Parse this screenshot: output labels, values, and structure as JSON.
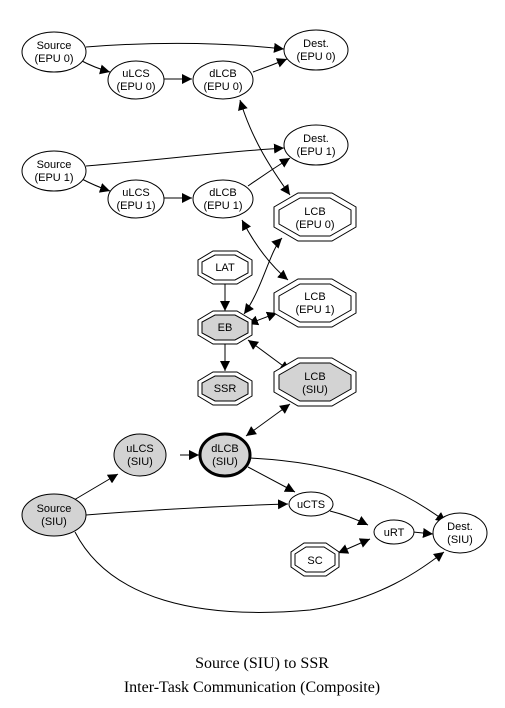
{
  "caption": {
    "line1": "Source (SIU) to SSR",
    "line2": "Inter-Task Communication (Composite)"
  },
  "colors": {
    "shaded": "#d3d3d3",
    "plain": "#ffffff",
    "stroke": "#000000"
  },
  "nodes": {
    "source_epu0": {
      "line1": "Source",
      "line2": "(EPU 0)"
    },
    "dest_epu0": {
      "line1": "Dest.",
      "line2": "(EPU 0)"
    },
    "ulcs_epu0": {
      "line1": "uLCS",
      "line2": "(EPU 0)"
    },
    "dlcb_epu0": {
      "line1": "dLCB",
      "line2": "(EPU 0)"
    },
    "source_epu1": {
      "line1": "Source",
      "line2": "(EPU 1)"
    },
    "dest_epu1": {
      "line1": "Dest.",
      "line2": "(EPU 1)"
    },
    "ulcs_epu1": {
      "line1": "uLCS",
      "line2": "(EPU 1)"
    },
    "dlcb_epu1": {
      "line1": "dLCB",
      "line2": "(EPU 1)"
    },
    "lcb_epu0": {
      "line1": "LCB",
      "line2": "(EPU 0)"
    },
    "lcb_epu1": {
      "line1": "LCB",
      "line2": "(EPU 1)"
    },
    "lat": {
      "line1": "LAT"
    },
    "eb": {
      "line1": "EB"
    },
    "ssr": {
      "line1": "SSR"
    },
    "lcb_siu": {
      "line1": "LCB",
      "line2": "(SIU)"
    },
    "ulcs_siu": {
      "line1": "uLCS",
      "line2": "(SIU)"
    },
    "dlcb_siu": {
      "line1": "dLCB",
      "line2": "(SIU)"
    },
    "source_siu": {
      "line1": "Source",
      "line2": "(SIU)"
    },
    "ucts": {
      "line1": "uCTS"
    },
    "urt": {
      "line1": "uRT"
    },
    "dest_siu": {
      "line1": "Dest.",
      "line2": "(SIU)"
    },
    "sc": {
      "line1": "SC"
    }
  }
}
